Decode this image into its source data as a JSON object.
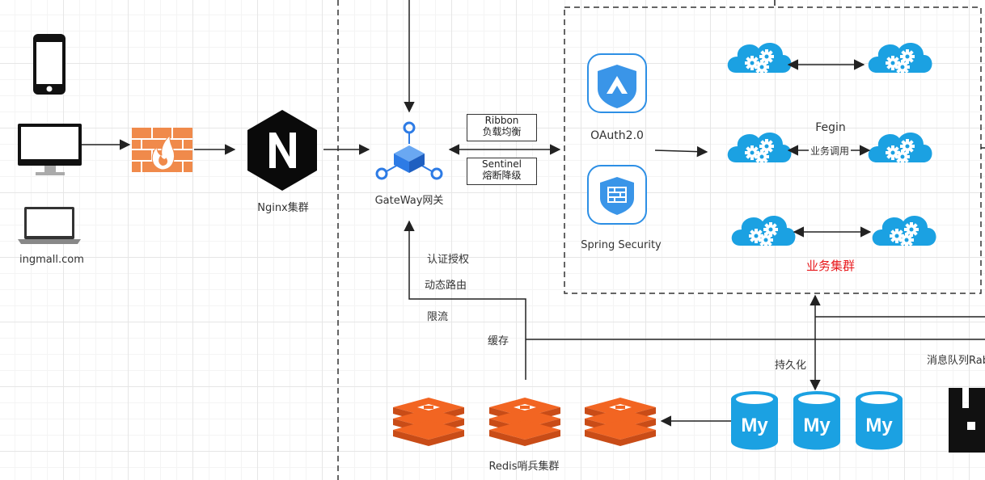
{
  "clients": {
    "site_label": "ingmall.com"
  },
  "nginx": {
    "label": "Nginx集群",
    "glyph": "N"
  },
  "gateway": {
    "label": "GateWay网关"
  },
  "gateway_links": {
    "ribbon_title": "Ribbon",
    "ribbon_sub": "负载均衡",
    "sentinel_title": "Sentinel",
    "sentinel_sub": "熔断降级"
  },
  "gateway_features": [
    "认证授权",
    "动态路由",
    "限流",
    "缓存"
  ],
  "security": {
    "oauth_label": "OAuth2.0",
    "spring_label": "Spring Security"
  },
  "services": {
    "fegin_label": "Fegin",
    "call_label": "业务调用",
    "cluster_label": "业务集群"
  },
  "storage": {
    "persist_label": "持久化",
    "redis_label": "Redis哨兵集群",
    "mysql_glyph": "My"
  },
  "mq": {
    "label": "消息队列Rab"
  },
  "colors": {
    "cloud": "#1ba1e2",
    "redis": "#f26522",
    "firewall": "#f08a4b",
    "mysql": "#1ba1e2",
    "gateway": "#2d7be5",
    "accent_red": "#e8191d"
  }
}
